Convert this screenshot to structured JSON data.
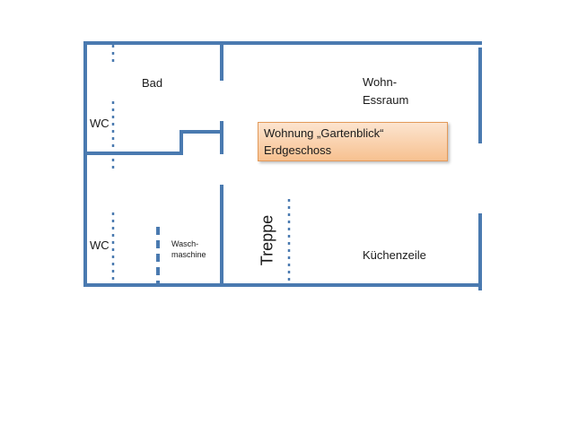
{
  "plan": {
    "wall_color": "#4a7ab0",
    "rooms": {
      "bad": "Bad",
      "wohn_line1": "Wohn-",
      "wohn_line2": "Essraum",
      "wc_upper": "WC",
      "wc_lower": "WC",
      "wasch_line1": "Wasch-",
      "wasch_line2": "maschine",
      "treppe": "Treppe",
      "kueche": "Küchenzeile"
    },
    "info_box": {
      "line1": "Wohnung „Gartenblick“",
      "line2": "Erdgeschoss",
      "fill_top": "#fce4cf",
      "fill_bottom": "#f7c190",
      "border": "#e39a5a"
    }
  }
}
